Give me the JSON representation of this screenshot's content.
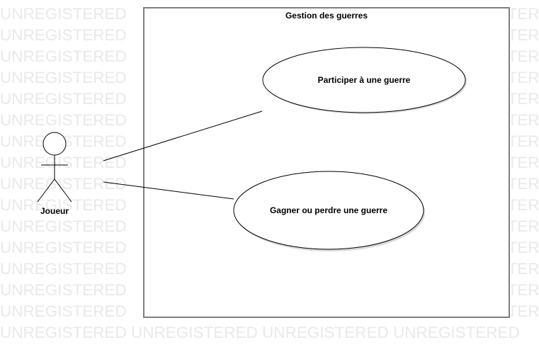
{
  "watermark": {
    "text": "UNREGISTERED",
    "row_text": "UNREGISTERED UNREGISTERED UNREGISTERED UNREGISTERED",
    "color": "#e9e9e9"
  },
  "system": {
    "title": "Gestion des guerres",
    "border_color": "#7f7f7f"
  },
  "actor": {
    "name": "Joueur",
    "icon": "stick-figure-actor-icon"
  },
  "use_cases": [
    {
      "label": "Participer à une guerre"
    },
    {
      "label": "Gagner ou perdre une guerre"
    }
  ]
}
